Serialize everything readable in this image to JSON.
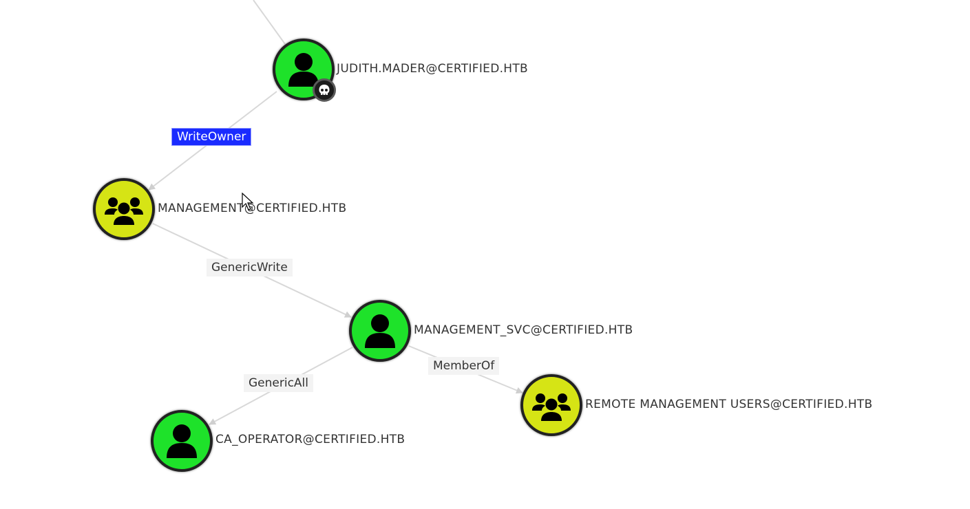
{
  "graph": {
    "colors": {
      "user_node": "#1ee22a",
      "group_node": "#d6e415",
      "edge": "#d8d8d8",
      "edge_label_bg": "#f3f3f3",
      "selected_edge_label_bg": "#1a2bff"
    },
    "nodes": [
      {
        "id": "judith",
        "type": "user",
        "label": "JUDITH.MADER@CERTIFIED.HTB",
        "badge": "skull-icon"
      },
      {
        "id": "management",
        "type": "group",
        "label": "MANAGEMENT@CERTIFIED.HTB"
      },
      {
        "id": "management_svc",
        "type": "user",
        "label": "MANAGEMENT_SVC@CERTIFIED.HTB"
      },
      {
        "id": "ca_operator",
        "type": "user",
        "label": "CA_OPERATOR@CERTIFIED.HTB"
      },
      {
        "id": "remote_mgmt",
        "type": "group",
        "label": "REMOTE MANAGEMENT USERS@CERTIFIED.HTB"
      }
    ],
    "edges": [
      {
        "from": "judith",
        "to": "management",
        "label": "WriteOwner",
        "selected": true
      },
      {
        "from": "management",
        "to": "management_svc",
        "label": "GenericWrite"
      },
      {
        "from": "management_svc",
        "to": "ca_operator",
        "label": "GenericAll"
      },
      {
        "from": "management_svc",
        "to": "remote_mgmt",
        "label": "MemberOf"
      }
    ]
  }
}
